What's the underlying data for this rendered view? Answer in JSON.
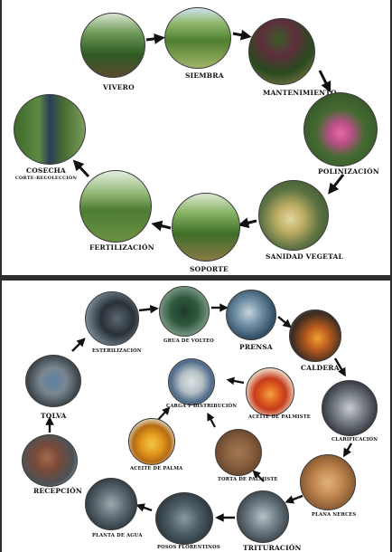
{
  "cultivation_cycle": {
    "stages": {
      "vivero": "VIVERO",
      "siembra": "SIEMBRA",
      "mantenimiento": "MANTENIMIENTO",
      "polinizacion": "POLINIZACIÓN",
      "sanidad_vegetal": "SANIDAD VEGETAL",
      "soporte": "SOPORTE",
      "fertilizacion": "FERTILIZACIÓN",
      "cosecha": "COSECHA",
      "cosecha_sub": "CORTE-RECOLECCIÓN"
    }
  },
  "extraction_process": {
    "stages": {
      "esterilizacion": "ESTERILIZACIÓN",
      "grua_volteo": "GRUA DE VOLTEO",
      "prensa": "PRENSA",
      "caldera": "CALDERA",
      "clarificacion": "CLARIFICACIÓN",
      "planta_nerces": "PLANA NERCES",
      "trituracion": "TRITURACIÓN",
      "posos_florentinos": "POSOS FLORENTINOS",
      "planta_agua": "PLANTA DE AGUA",
      "recepcion": "RECEPCIÓN",
      "tolva": "TOLVA",
      "carga_distribucion": "CARGA Y DISTRIBUCIÓN",
      "aceite_palmiste": "ACEITE DE PALMISTE",
      "torta_palmiste": "TORTA DE PALMISTE",
      "aceite_palma": "ACEITE DE PALMA"
    }
  }
}
